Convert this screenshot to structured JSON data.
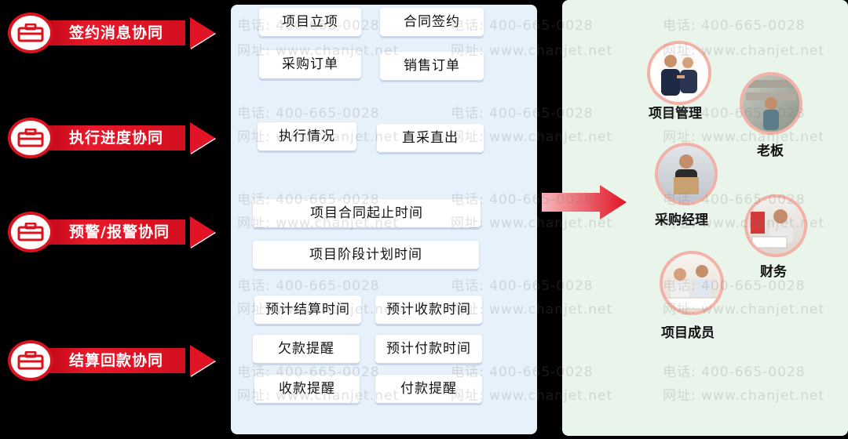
{
  "left_items": [
    {
      "label": "签约消息协同"
    },
    {
      "label": "执行进度协同"
    },
    {
      "label": "预警/报警协同"
    },
    {
      "label": "结算回款协同"
    }
  ],
  "middle_boxes": [
    "项目立项",
    "合同签约",
    "采购订单",
    "销售订单",
    "执行情况",
    "直采直出",
    "项目合同起止时间",
    "项目阶段计划时间",
    "预计结算时间",
    "预计收款时间",
    "欠款提醒",
    "预计付款时间",
    "收款提醒",
    "付款提醒"
  ],
  "roles": [
    "项目管理",
    "老板",
    "采购经理",
    "财务",
    "项目成员"
  ],
  "watermark": {
    "phone": "电话: 400-665-0028",
    "site": "网址: www.chanjet.net"
  },
  "colors": {
    "accent_red": "#e01424",
    "mid_panel": "#e6f1fb",
    "right_panel": "#e9f4ea",
    "ring": "#f3b2a8"
  },
  "icon": "toolbox-icon"
}
